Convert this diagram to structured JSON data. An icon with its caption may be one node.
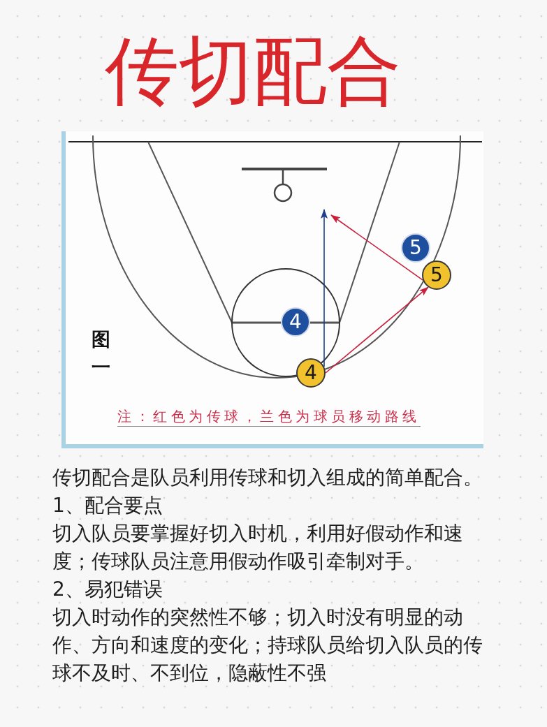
{
  "diagram": {
    "title": "传切配合",
    "nodes": [
      {
        "text": [
          "5"
        ]
      },
      {
        "text": [
          "5"
        ]
      },
      {
        "text": [
          "4"
        ]
      },
      {
        "text": [
          "4"
        ]
      }
    ],
    "edges": [
      {
        "from": 3,
        "to": null,
        "arrow": "to",
        "color": "#1f3e8e"
      },
      {
        "from": 3,
        "to": 1,
        "arrow": "to"
      },
      {
        "from": 1,
        "to": null,
        "arrow": "to"
      }
    ],
    "labels": [
      "图一",
      "注：红色为传球，兰色为球员移动路线",
      "传切配合是队员利用传球和切入组成的简单配合。",
      "1、配合要点",
      "切入队员要掌握好切入时机，利用好假动作和速度；传球队员注意用假动作吸引牵制对手。",
      "2、易犯错误",
      "切入时动作的突然性不够；切入时没有明显的动作、方向和速度的变化；持球队员给切入队员的传球不及时、不到位，隐蔽性不强"
    ]
  }
}
